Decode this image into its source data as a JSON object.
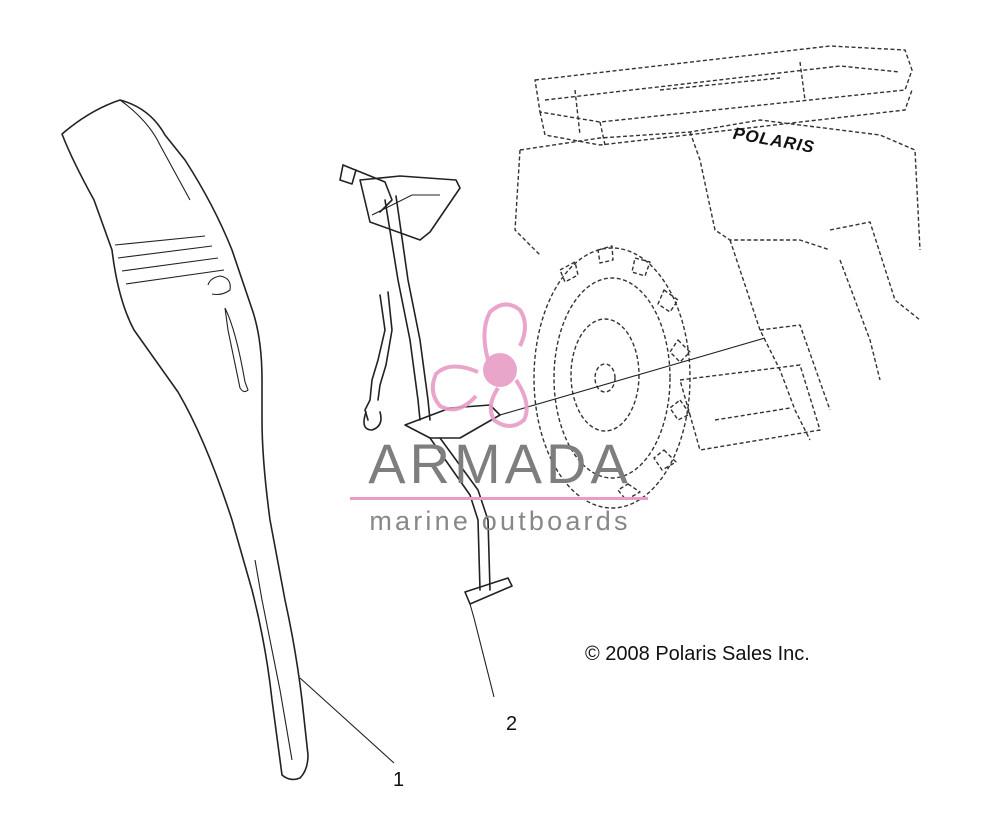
{
  "callouts": [
    {
      "label": "1"
    },
    {
      "label": "2"
    }
  ],
  "copyright": "© 2008 Polaris Sales Inc.",
  "vehicle_logo": "POLARIS",
  "watermark": {
    "title": "ARMADA",
    "subtitle": "marine outboards",
    "accent_color": "#e89cc6",
    "text_color": "#808080",
    "icon": "propeller-icon"
  }
}
